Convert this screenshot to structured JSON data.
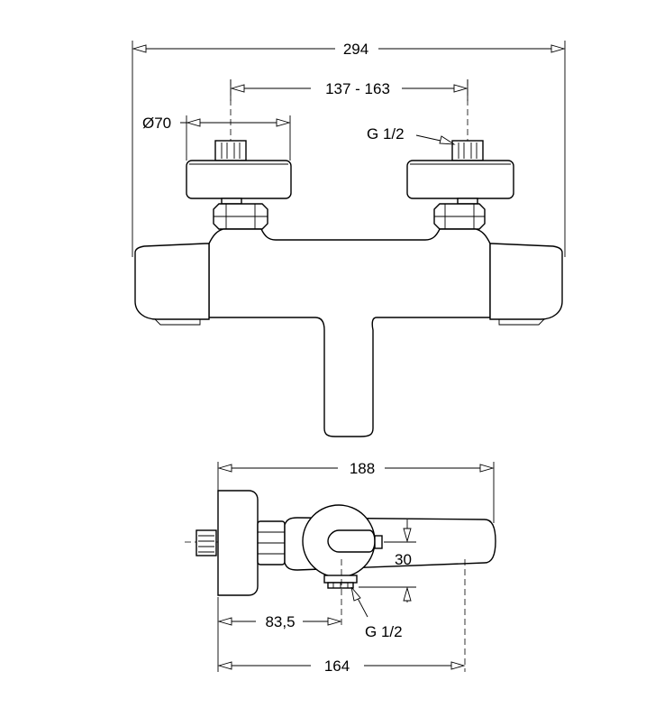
{
  "front_view": {
    "overall_width": "294",
    "center_distance": "137 - 163",
    "flange_diameter": "Ø70",
    "inlet_thread": "G 1/2"
  },
  "side_view": {
    "depth": "188",
    "outlet_offset": "83,5",
    "base_depth": "164",
    "outlet_height": "30",
    "outlet_thread": "G 1/2"
  }
}
